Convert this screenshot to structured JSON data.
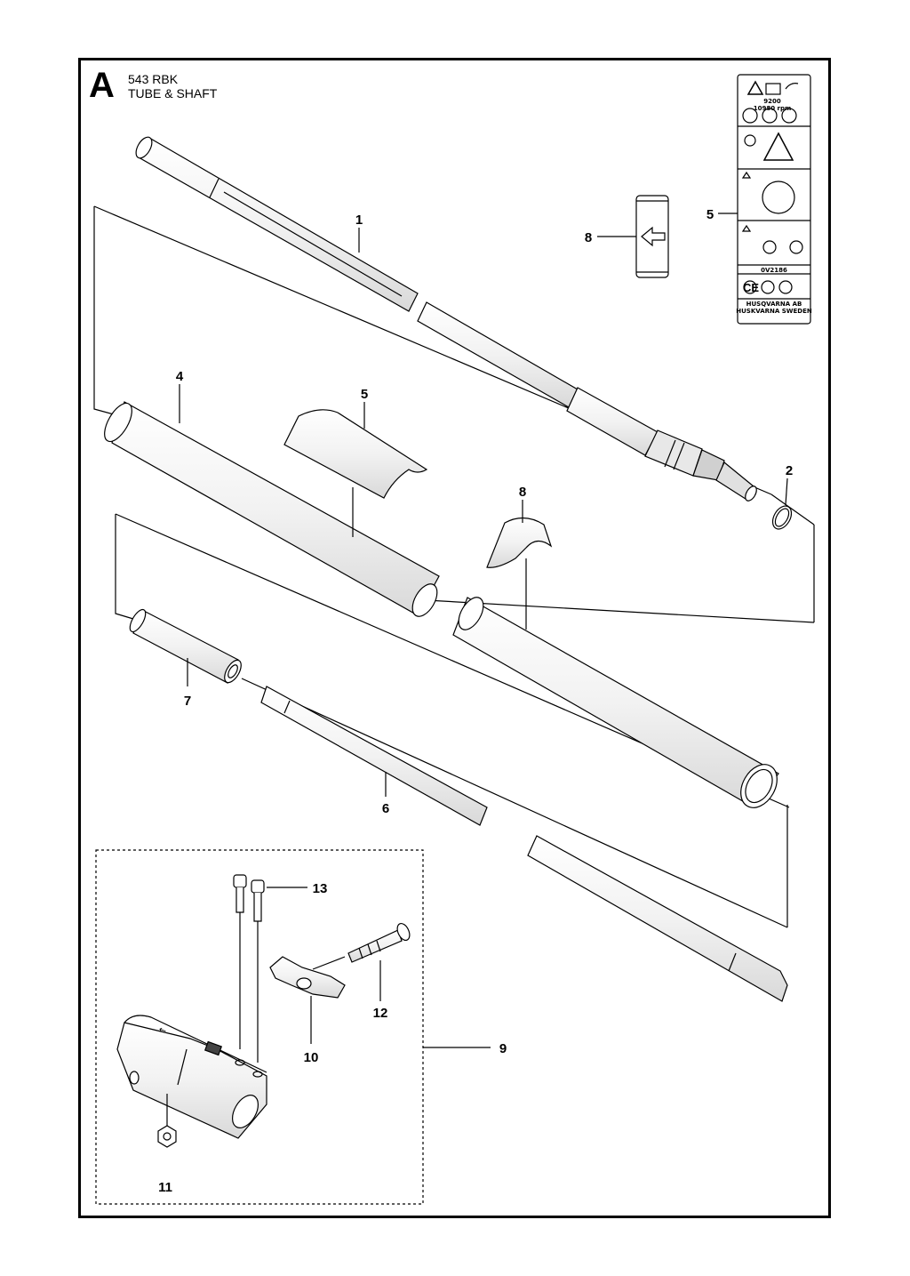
{
  "header": {
    "section_letter": "A",
    "model": "543 RBK",
    "title": "TUBE & SHAFT"
  },
  "callouts": {
    "c1": "1",
    "c2": "2",
    "c4": "4",
    "c5a": "5",
    "c5b": "5",
    "c6": "6",
    "c7": "7",
    "c8a": "8",
    "c8b": "8",
    "c9": "9",
    "c10": "10",
    "c11": "11",
    "c12": "12",
    "c13": "13"
  },
  "label_decal": {
    "rpm_line1": "9200",
    "rpm_line2": "10980 rpm",
    "part_no": "0V2186",
    "ce_mark": "CE",
    "maker_line1": "HUSQVARNA AB",
    "maker_line2": "HUSKVARNA SWEDEN"
  },
  "bracket_arrow": "←"
}
